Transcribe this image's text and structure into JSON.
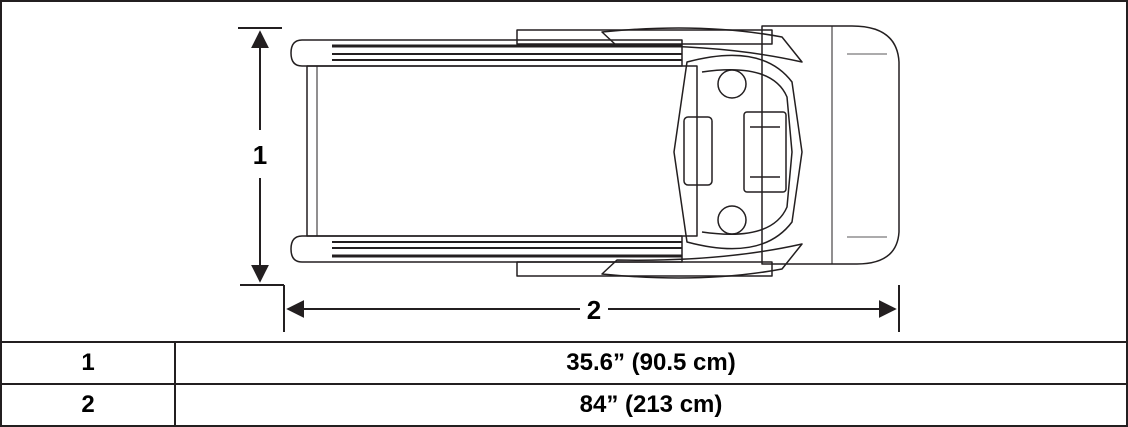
{
  "diagram": {
    "callouts": [
      "1",
      "2"
    ]
  },
  "dimensions_table": {
    "rows": [
      {
        "key": "1",
        "value": "35.6” (90.5 cm)"
      },
      {
        "key": "2",
        "value": "84” (213 cm)"
      }
    ]
  }
}
